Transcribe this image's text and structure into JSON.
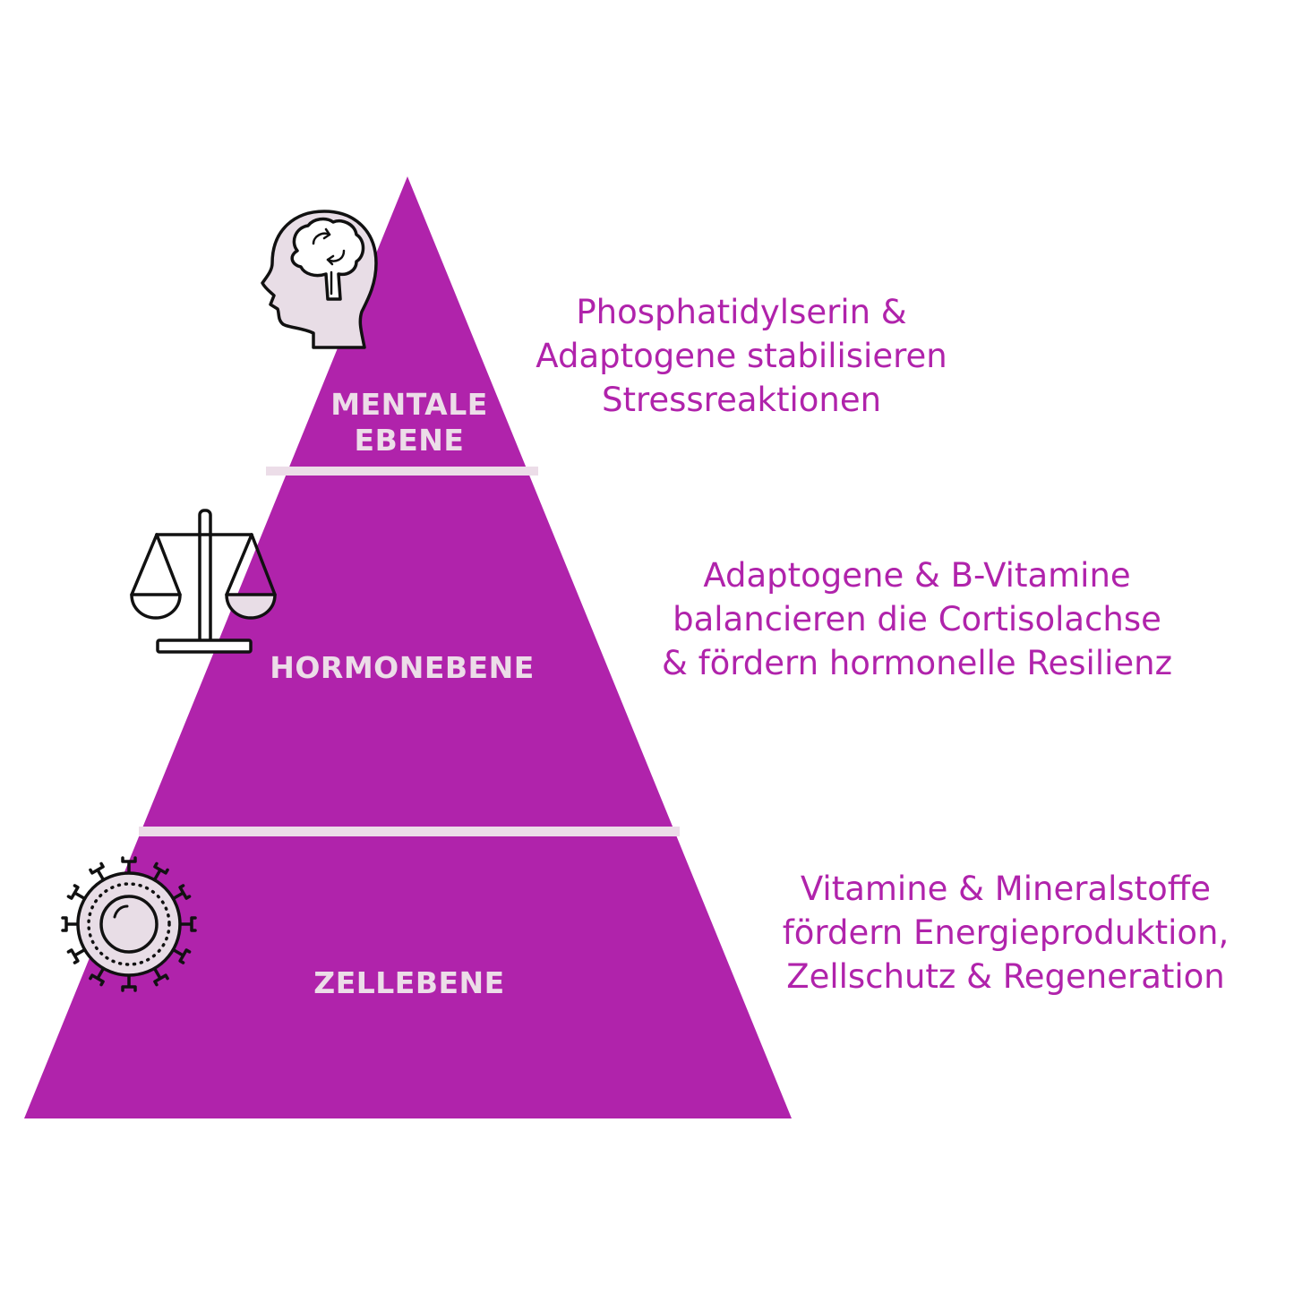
{
  "colors": {
    "pyramid": "#b023ab",
    "divider": "#ecdde8",
    "label": "#ecdde8",
    "description": "#b023ab",
    "icon_fill": "#e8dde6",
    "icon_stroke": "#111111"
  },
  "levels": [
    {
      "id": "mental",
      "label_lines": [
        "MENTALE",
        "EBENE"
      ],
      "icon": "head-brain-icon",
      "description_lines": [
        "Phosphatidylserin &",
        "Adaptogene stabilisieren",
        "Stressreaktionen"
      ]
    },
    {
      "id": "hormone",
      "label_lines": [
        "HORMONEBENE"
      ],
      "icon": "balance-scale-icon",
      "description_lines": [
        "Adaptogene & B-Vitamine",
        "balancieren die Cortisolachse",
        "& fördern hormonelle Resilienz"
      ]
    },
    {
      "id": "cell",
      "label_lines": [
        "ZELLEBENE"
      ],
      "icon": "cell-icon",
      "description_lines": [
        "Vitamine & Mineralstoffe",
        "fördern Energieproduktion,",
        "Zellschutz & Regeneration"
      ]
    }
  ]
}
